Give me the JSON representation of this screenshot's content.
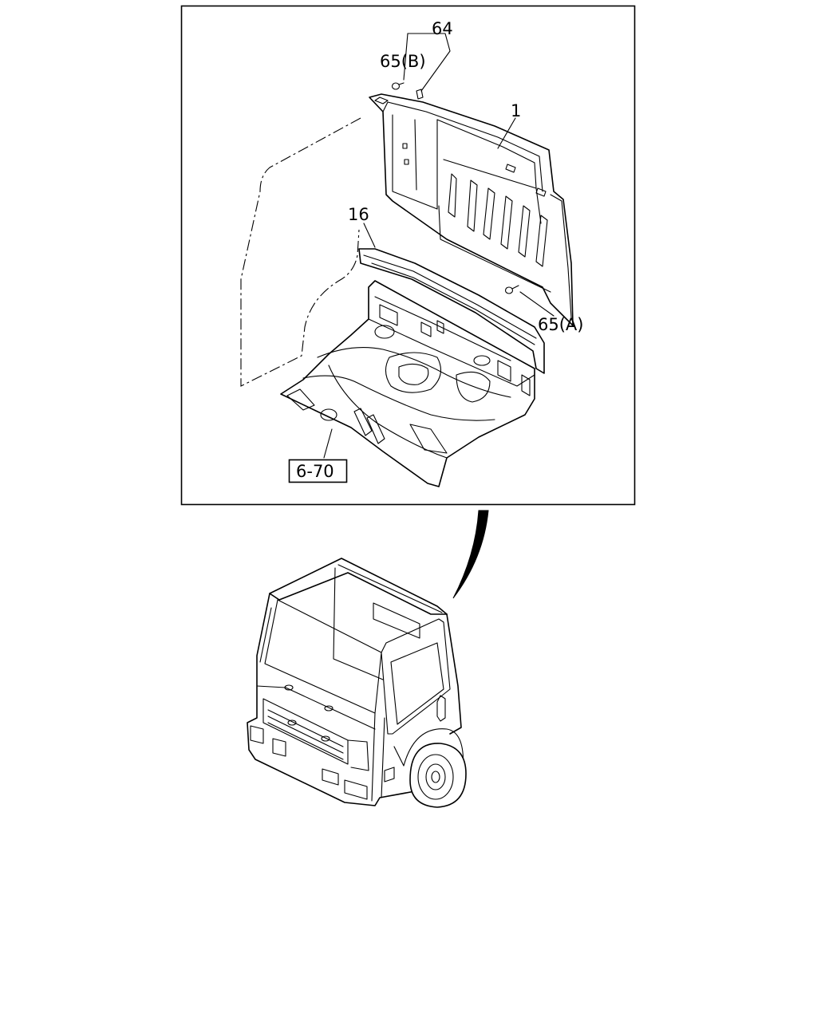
{
  "callouts": {
    "part_64": "64",
    "part_65b": "65(B)",
    "part_1": "1",
    "part_16": "16",
    "part_65a": "65(A)",
    "ref_6_70": "6-70"
  },
  "colors": {
    "line": "#000000",
    "background": "#ffffff"
  }
}
